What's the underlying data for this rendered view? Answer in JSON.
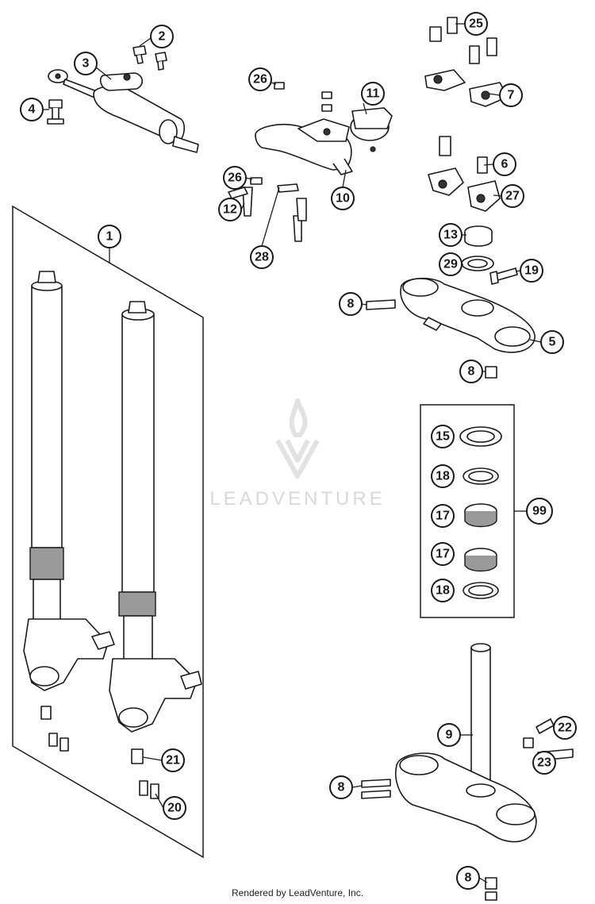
{
  "diagram": {
    "callouts": [
      "1",
      "2",
      "3",
      "4",
      "5",
      "6",
      "7",
      "8",
      "8",
      "8",
      "8",
      "9",
      "10",
      "11",
      "12",
      "13",
      "15",
      "17",
      "17",
      "18",
      "18",
      "19",
      "20",
      "21",
      "22",
      "23",
      "25",
      "26",
      "26",
      "27",
      "28",
      "29",
      "99"
    ]
  },
  "watermark": {
    "text": "LEADVENTURE"
  },
  "footer": {
    "text": "Rendered by LeadVenture, Inc."
  }
}
